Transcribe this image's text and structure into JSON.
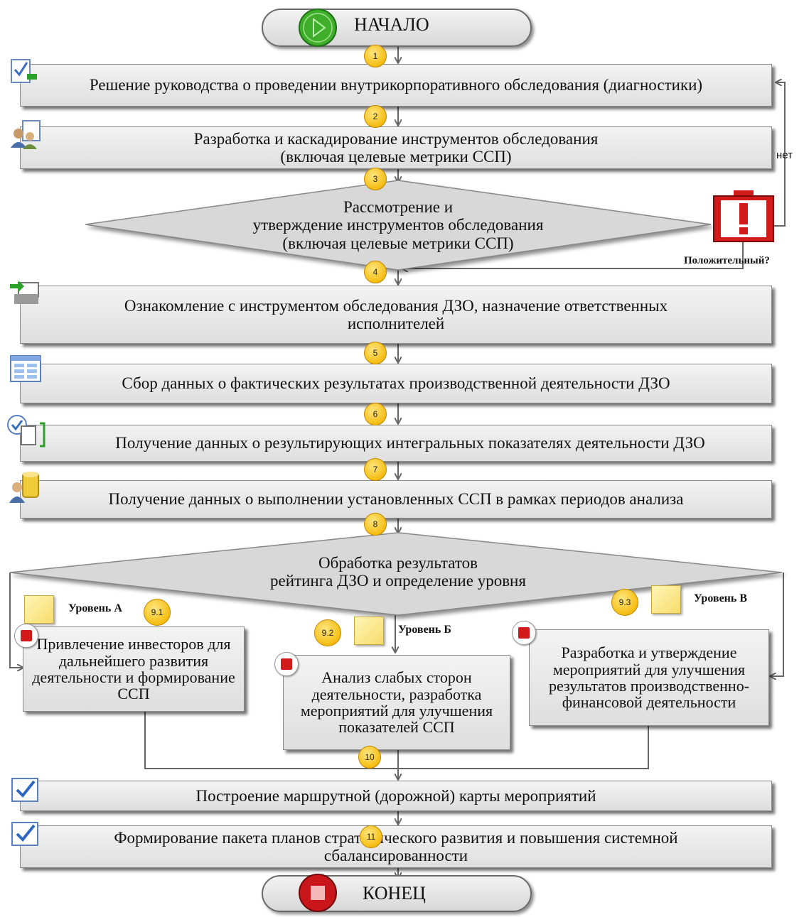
{
  "start": {
    "label": "НАЧАЛО",
    "icon": "play-icon"
  },
  "end": {
    "label": "КОНЕЦ",
    "icon": "stop-icon"
  },
  "steps": {
    "s1": "Решение руководства о проведении внутрикорпоративного обследования (диагностики)",
    "s2a": "Разработка и каскадирование инструментов обследования",
    "s2b": "(включая целевые метрики ССП)",
    "d3a": "Рассмотрение и",
    "d3b": "утверждение инструментов обследования",
    "d3c": "(включая целевые метрики ССП)",
    "s4": "Ознакомление с инструментом обследования ДЗО, назначение ответственных исполнителей",
    "s5": "Сбор данных о фактических результатах производственной деятельности ДЗО",
    "s6": "Получение данных о результирующих интегральных показателях деятельности ДЗО",
    "s7": "Получение данных о выполнении установленных ССП в рамках периодов анализа",
    "d8a": "Обработка результатов",
    "d8b": "рейтинга ДЗО и определение уровня",
    "b91": "Привлечение инвесторов для дальнейшего развития деятельности и формирование ССП",
    "b92": "Анализ слабых сторон деятельности, разработка мероприятий для улучшения показателей ССП",
    "b93": "Разработка и утверждение мероприятий для улучшения результатов производственно-финансовой деятельности",
    "s10": "Построение маршрутной (дорожной) карты мероприятий",
    "s11": "Формирование пакета планов стратегического развития и повышения системной сбалансированности"
  },
  "numbers": [
    "1",
    "2",
    "3",
    "4",
    "5",
    "6",
    "7",
    "8",
    "9.1",
    "9.2",
    "9.3",
    "10",
    "11"
  ],
  "levels": {
    "a": "Уровень А",
    "b": "Уровень Б",
    "c": "Уровень В"
  },
  "decision": {
    "question": "Положительный?",
    "no": "нет"
  },
  "colors": {
    "badge": "#f5bd12",
    "box": "#e6e6e6",
    "alert": "#d31a1a",
    "start": "#3fae2a"
  }
}
